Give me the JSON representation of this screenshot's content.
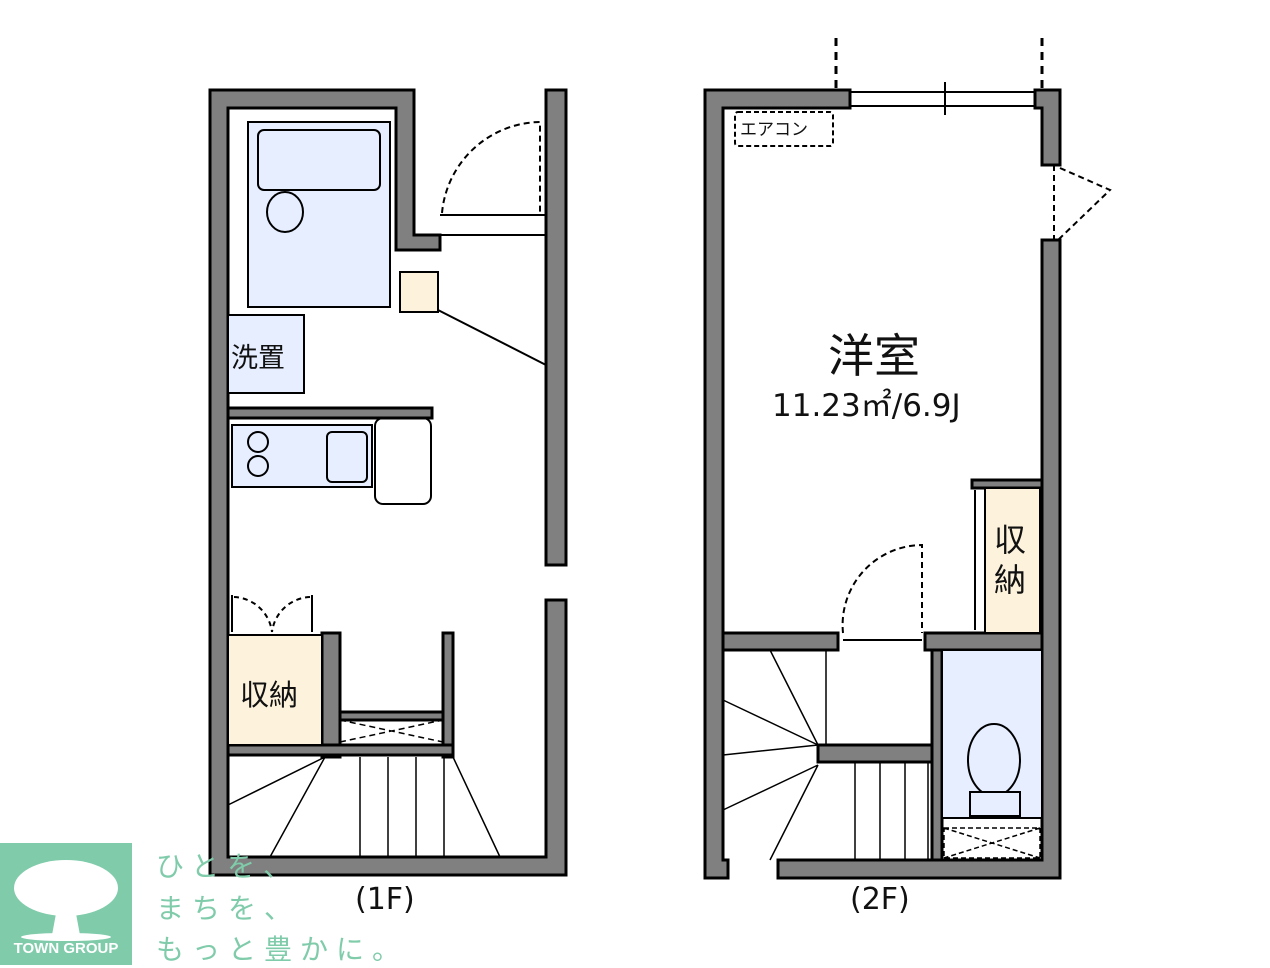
{
  "floor1": {
    "label": "(1F)",
    "rooms": {
      "washroom": "洗置",
      "storage": "収納"
    }
  },
  "floor2": {
    "label": "(2F)",
    "aircon": "エアコン",
    "room_name": "洋室",
    "room_size": "11.23㎡/6.9J",
    "storage": "収納"
  },
  "logo": {
    "brand": "TOWN GROUP",
    "icon": "tree-icon"
  },
  "slogan": [
    "ひとを、",
    "まちを、",
    "もっと豊かに。"
  ],
  "colors": {
    "wall": "#808080",
    "wet_area": "#e6eeff",
    "storage": "#fdf3dd",
    "brand": "#7fcbaa"
  }
}
